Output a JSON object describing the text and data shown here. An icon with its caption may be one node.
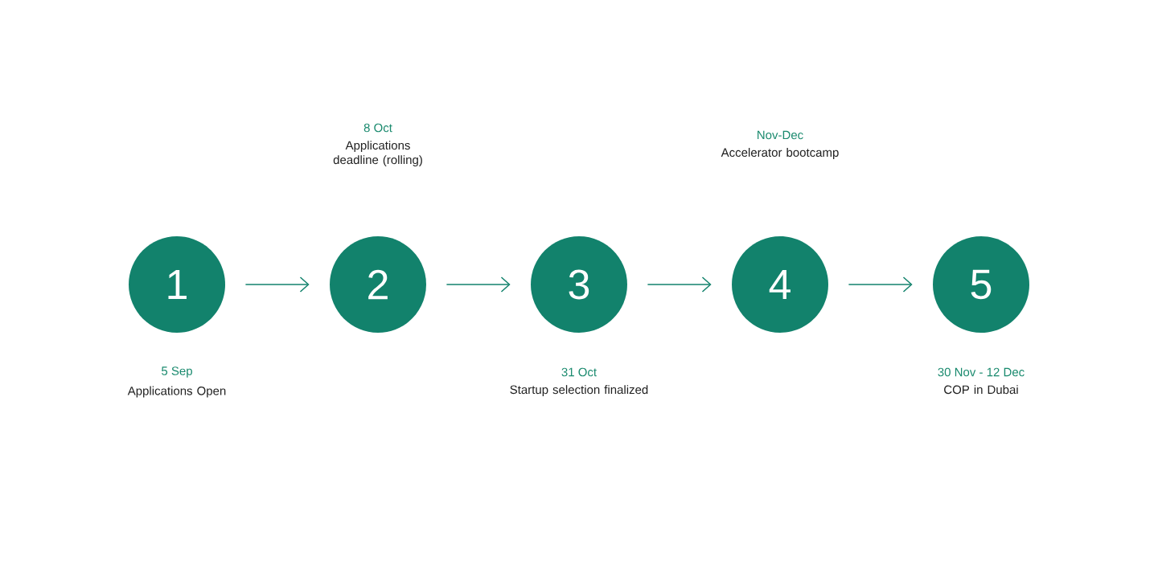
{
  "diagram": {
    "nodes": [
      {
        "text": [
          "1"
        ],
        "beside": [
          "5 Sep",
          "Applications Open"
        ]
      },
      {
        "text": [
          "2"
        ],
        "beside": [
          "8 Oct",
          "Applications deadline (rolling)"
        ]
      },
      {
        "text": [
          "3"
        ],
        "beside": [
          "31 Oct",
          "Startup selection finalized"
        ]
      },
      {
        "text": [
          "4"
        ],
        "beside": [
          "Nov-Dec",
          "Accelerator bootcamp"
        ]
      },
      {
        "text": [
          "5"
        ],
        "beside": [
          "30 Nov - 12 Dec",
          "COP in Dubai"
        ]
      }
    ],
    "edges": [
      {
        "from": 0,
        "to": 1,
        "arrow": "to"
      },
      {
        "from": 1,
        "to": 2,
        "arrow": "to"
      },
      {
        "from": 2,
        "to": 3,
        "arrow": "to"
      },
      {
        "from": 3,
        "to": 4,
        "arrow": "to"
      }
    ]
  }
}
